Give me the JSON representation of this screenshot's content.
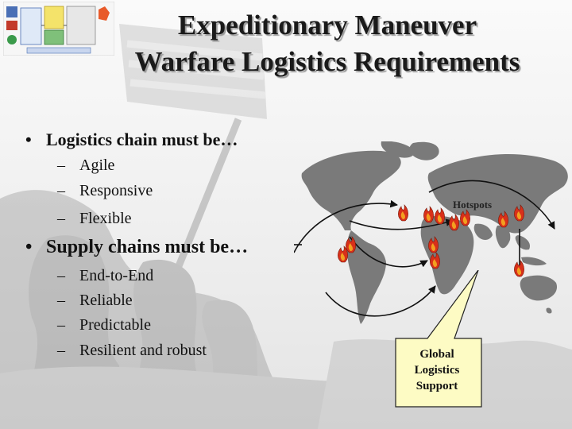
{
  "slide": {
    "title_line1": "Expeditionary Maneuver",
    "title_line2": "Warfare Logistics Requirements",
    "bullets": [
      {
        "label": "Logistics chain must be…",
        "items": [
          "Agile",
          "Responsive",
          "Flexible"
        ]
      },
      {
        "label": "Supply chains must be…",
        "items": [
          "End-to-End",
          "Reliable",
          "Predictable",
          "Resilient and robust"
        ]
      }
    ],
    "map_label": "Hotspots",
    "callout_line1": "Global",
    "callout_line2": "Logistics",
    "callout_line3": "Support"
  },
  "colors": {
    "title_text": "#1a1a1a",
    "callout_fill": "#fdfbc4",
    "flame_red": "#d8301a",
    "flame_orange": "#f2a020",
    "map_land": "#7a7a7a"
  },
  "icons": [
    "flag-raising-photo",
    "process-diagram-thumbnail",
    "world-map",
    "hotspot-flame-icon",
    "callout-balloon"
  ]
}
